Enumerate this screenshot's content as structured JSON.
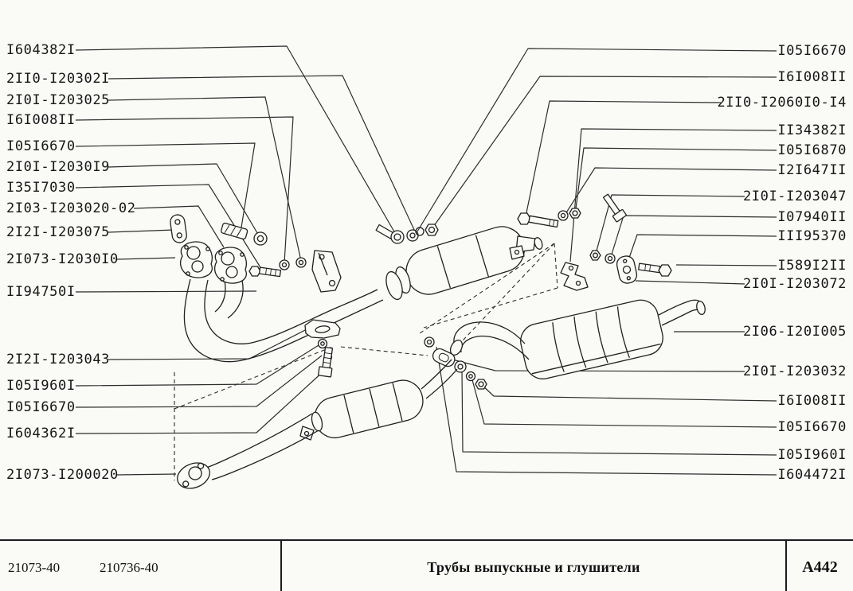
{
  "colors": {
    "paper": "#fafaf7",
    "ink": "#1f1f1f"
  },
  "diagram": {
    "labels_left": [
      "I604382I",
      "2II0-I20302I",
      "2I0I-I203025",
      "I6I008II",
      "I05I6670",
      "2I0I-I2030I9",
      "I35I7030",
      "2I03-I203020-02",
      "2I2I-I203075",
      "2I073-I2030I0",
      "II94750I",
      "2I2I-I203043",
      "I05I960I",
      "I05I6670",
      "I604362I",
      "2I073-I200020"
    ],
    "labels_right": [
      "I05I6670",
      "I6I008II",
      "2II0-I2060I0-I4",
      "II34382I",
      "I05I6870",
      "I2I647II",
      "2I0I-I203047",
      "I07940II",
      "III95370",
      "I589I2II",
      "2I0I-I203072",
      "2I06-I20I005",
      "2I0I-I203032",
      "I6I008II",
      "I05I6670",
      "I05I960I",
      "I604472I"
    ]
  },
  "footer": {
    "model_code_1": "21073-40",
    "model_code_2": "210736-40",
    "title": "Трубы выпускные и глушители",
    "sheet_code": "А442"
  }
}
